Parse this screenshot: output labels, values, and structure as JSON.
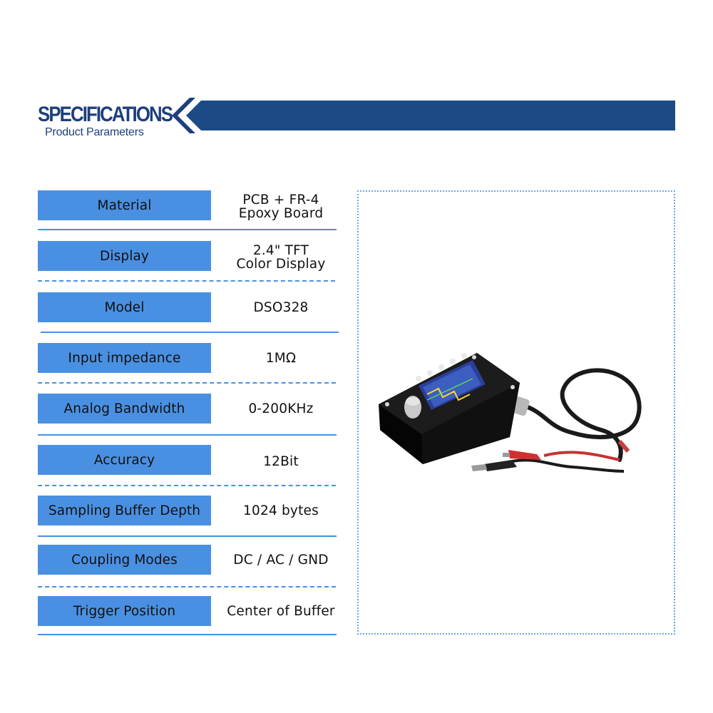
{
  "header": {
    "title": "SPECIFICATIONS",
    "subtitle": "Product Parameters"
  },
  "colors": {
    "navy": "#1e3f7c",
    "band": "#1c4a84",
    "label_bg": "#4a90e2",
    "divider": "#4a90e2"
  },
  "specs": [
    {
      "label": "Material",
      "value_line1": "PCB + FR-4",
      "value_line2": "Epoxy Board"
    },
    {
      "label": "Display",
      "value_line1": "2.4\" TFT",
      "value_line2": "Color Display"
    },
    {
      "label": "Model",
      "value": "DSO328"
    },
    {
      "label": "Input impedance",
      "value": "1MΩ"
    },
    {
      "label": "Analog Bandwidth",
      "value": "0-200KHz"
    },
    {
      "label": "Accuracy",
      "value": "12Bit"
    },
    {
      "label": "Sampling Buffer Depth",
      "value": "1024 bytes"
    },
    {
      "label": "Coupling Modes",
      "value": "DC / AC / GND"
    },
    {
      "label": "Trigger Position",
      "value": "Center of Buffer"
    }
  ],
  "product_image": {
    "icon": "oscilloscope-kit-photo"
  }
}
